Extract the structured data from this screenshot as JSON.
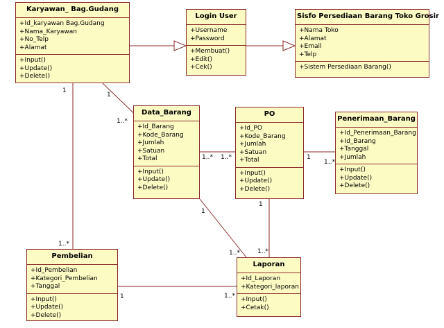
{
  "classes": {
    "karyawan": {
      "title": "Karyawan_ Bag.Gudang",
      "attributes": [
        "+Id_karyawan Bag.Gudang",
        "+Nama_Karyawan",
        "+No_Telp",
        "+Alamat"
      ],
      "operations": [
        "+Input()",
        "+Update()",
        "+Delete()"
      ]
    },
    "login": {
      "title": "Login User",
      "attributes": [
        "+Username",
        "+Password"
      ],
      "operations": [
        "+Membuat()",
        "+Edit()",
        "+Cek()"
      ]
    },
    "sisfo": {
      "title": "Sisfo Persediaan Barang Toko Grosir",
      "attributes": [
        "+Nama Toko",
        "+Alamat",
        "+Email",
        "+Telp"
      ],
      "operations": [
        "+Sistem Persediaan Barang()"
      ]
    },
    "data_barang": {
      "title": "Data_Barang",
      "attributes": [
        "+Id_Barang",
        "+Kode_Barang",
        "+Jumlah",
        "+Satuan",
        "+Total"
      ],
      "operations": [
        "+Input()",
        "+Update()",
        "+Delete()"
      ]
    },
    "po": {
      "title": "PO",
      "attributes": [
        "+Id_PO",
        "+Kode_Barang",
        "+Jumlah",
        "+Satuan",
        "+Total"
      ],
      "operations": [
        "+Input()",
        "+Update()",
        "+Delete()"
      ]
    },
    "penerimaan": {
      "title": "Penerimaan_Barang",
      "attributes": [
        "+Id_Penerimaan_Barang",
        "+Id_Barang",
        "+Tanggal",
        "+Jumlah"
      ],
      "operations": [
        "+Input()",
        "+Update()",
        "+Delete()"
      ]
    },
    "pembelian": {
      "title": "Pembelian",
      "attributes": [
        "+Id_Pembelian",
        "+Kategori_Pembelian",
        "+Tanggal"
      ],
      "operations": [
        "+Input()",
        "+Update()",
        "+Delete()"
      ]
    },
    "laporan": {
      "title": "Laporan",
      "attributes": [
        "+Id_Laporan",
        "+Kategori_laporan"
      ],
      "operations": [
        "+Input()",
        "+Cetak()"
      ]
    }
  },
  "multiplicities": {
    "kar_data_1": "1",
    "kar_data_n": "1..*",
    "kar_pemb_1": "1",
    "kar_pemb_n": "1..*",
    "data_po_n1": "1..*",
    "data_po_n2": "1..*",
    "po_pen_1": "1",
    "po_pen_n": "1..*",
    "data_lap_1": "1",
    "data_lap_n": "1..*",
    "po_lap_1": "1",
    "po_lap_n": "1..*",
    "pemb_lap_1": "1",
    "pemb_lap_n": "1..*"
  },
  "colors": {
    "class_fill": "#fdfbc4",
    "class_border": "#8a2a2a",
    "line": "#8a2a2a"
  }
}
